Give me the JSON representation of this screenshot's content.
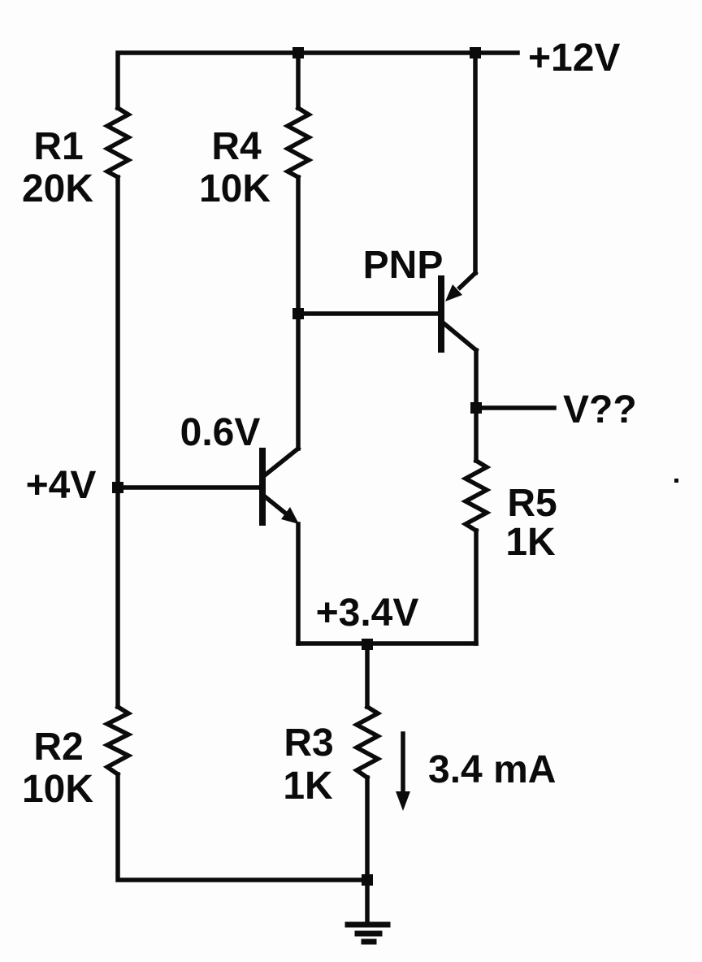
{
  "schematic": {
    "kind": "transistor-circuit-schematic",
    "ink_color": "#0b0b0b",
    "background_color": "#fdfdfd",
    "power_rail_label": "+12V",
    "base_input_label": "+4V",
    "vbe_label": "0.6V",
    "transistor_type_label": "PNP",
    "output_label": "V??",
    "mid_node_label": "+3.4V",
    "current_label": "3.4 mA"
  },
  "resistors": {
    "r1": {
      "name": "R1",
      "value": "20K"
    },
    "r4": {
      "name": "R4",
      "value": "10K"
    },
    "r5": {
      "name": "R5",
      "value": "1K"
    },
    "r3": {
      "name": "R3",
      "value": "1K"
    },
    "r2": {
      "name": "R2",
      "value": "10K"
    }
  }
}
